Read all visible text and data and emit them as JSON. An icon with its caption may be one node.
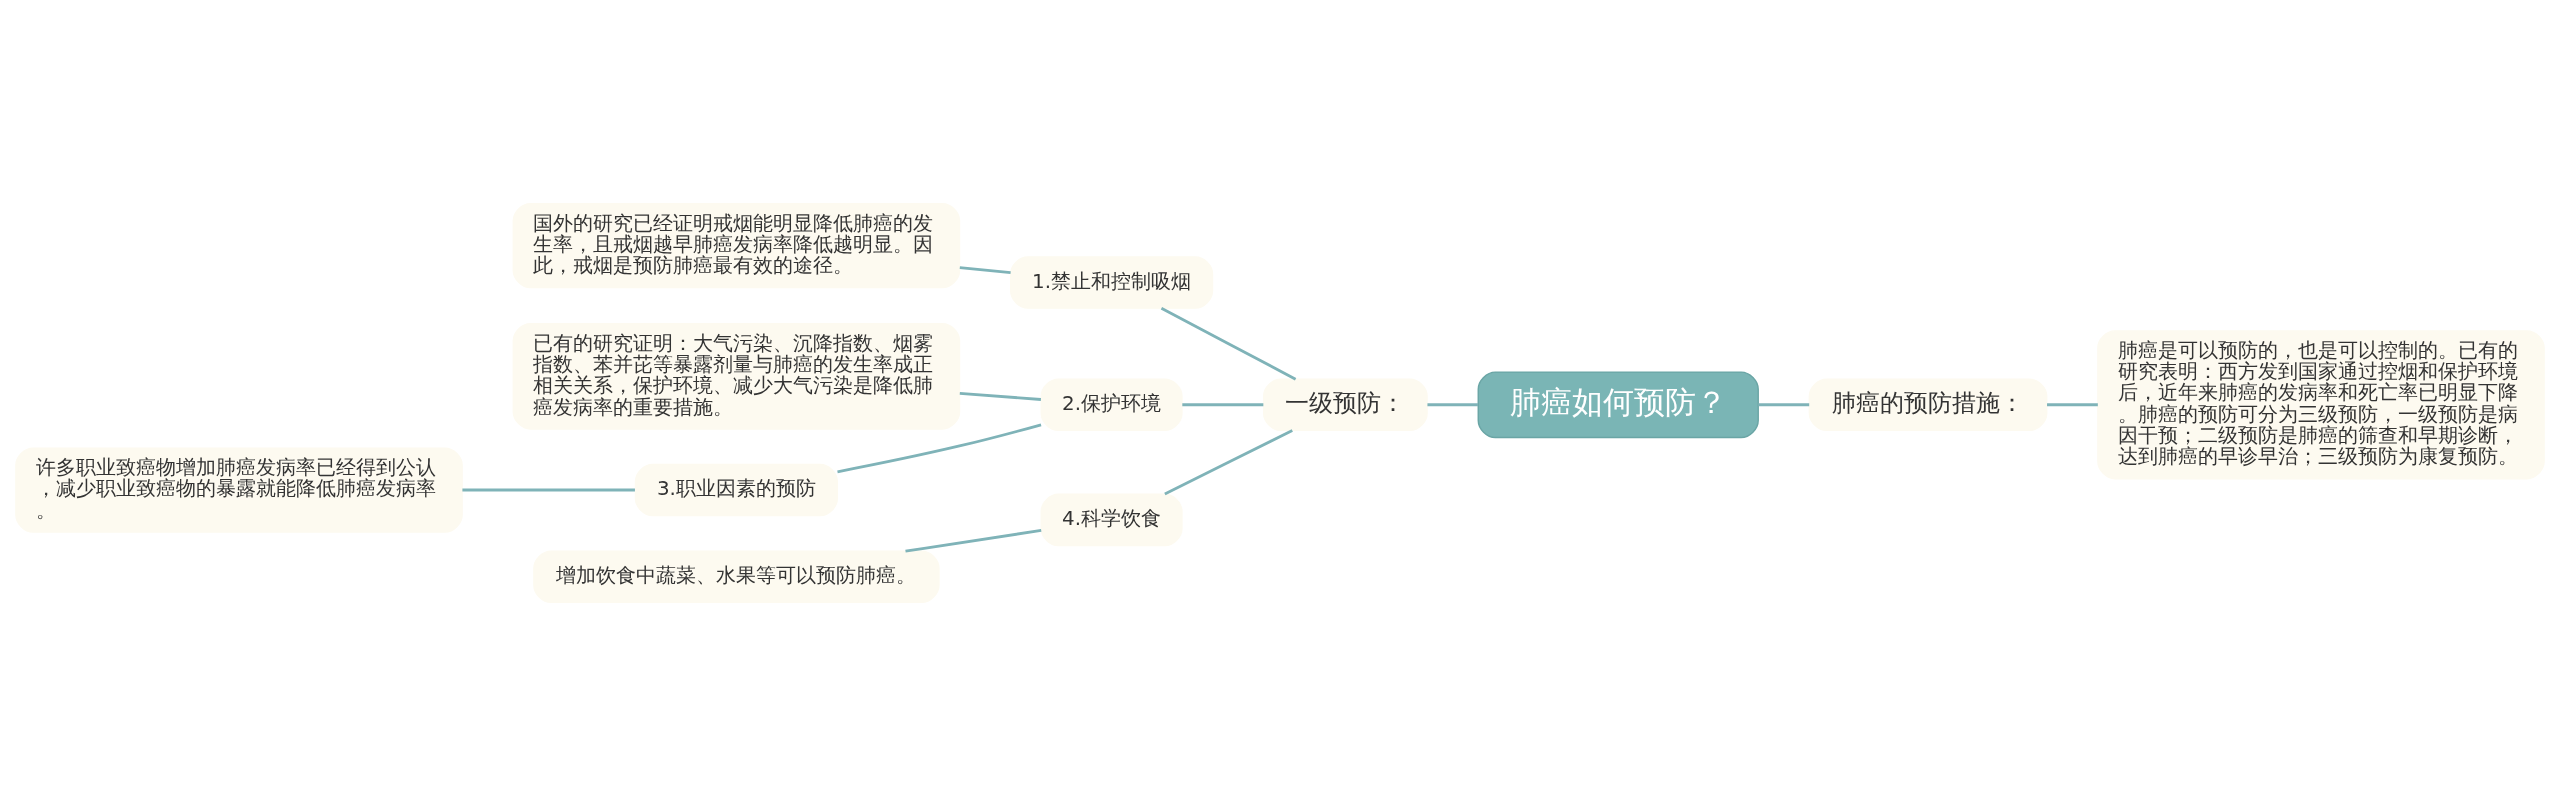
{
  "diagram": {
    "nodes": [
      {
        "text": [
          "肺癌如何预防？"
        ]
      },
      {
        "text": [
          "一级预防："
        ]
      },
      {
        "text": [
          "1.禁止和控制吸烟"
        ]
      },
      {
        "text": [
          "国外的研究已经证明戒烟能明显降低肺癌的发生率，且戒烟越早肺癌发病率降低越明显。因此，戒烟是预防肺癌最有效的途径。"
        ]
      },
      {
        "text": [
          "2.保护环境"
        ]
      },
      {
        "text": [
          "已有的研究证明：大气污染、沉降指数、烟雾指数、苯并芘等暴露剂量与肺癌的发生率成正相关关系，保护环境、减少大气污染是降低肺癌发病率的重要措施。"
        ]
      },
      {
        "text": [
          "3.职业因素的预防"
        ]
      },
      {
        "text": [
          "许多职业致癌物增加肺癌发病率已经得到公认，减少职业致癌物的暴露就能降低肺癌发病率。"
        ]
      },
      {
        "text": [
          "4.科学饮食"
        ]
      },
      {
        "text": [
          "增加饮食中蔬菜、水果等可以预防肺癌。"
        ]
      },
      {
        "text": [
          "肺癌的预防措施："
        ]
      },
      {
        "text": [
          "肺癌是可以预防的，也是可以控制的。已有的研究表明：西方发到国家通过控烟和保护环境后，近年来肺癌的发病率和死亡率已明显下降。肺癌的预防可分为三级预防，一级预防是病因干预；二级预防是肺癌的筛查和早期诊断，达到肺癌的早诊早治；三级预防为康复预防。"
        ]
      }
    ],
    "edges": [
      {
        "from": 3,
        "to": 2,
        "arrow": "none"
      },
      {
        "from": 2,
        "to": 1,
        "arrow": "none"
      },
      {
        "from": 5,
        "to": 4,
        "arrow": "none"
      },
      {
        "from": 7,
        "to": 6,
        "arrow": "none"
      },
      {
        "from": 6,
        "to": 4,
        "arrow": "none"
      },
      {
        "from": 4,
        "to": 1,
        "arrow": "none"
      },
      {
        "from": 9,
        "to": 8,
        "arrow": "none"
      },
      {
        "from": 8,
        "to": 1,
        "arrow": "none"
      },
      {
        "from": 1,
        "to": 0,
        "arrow": "none"
      },
      {
        "from": 0,
        "to": 10,
        "arrow": "none"
      },
      {
        "from": 10,
        "to": 11,
        "arrow": "none"
      }
    ]
  }
}
